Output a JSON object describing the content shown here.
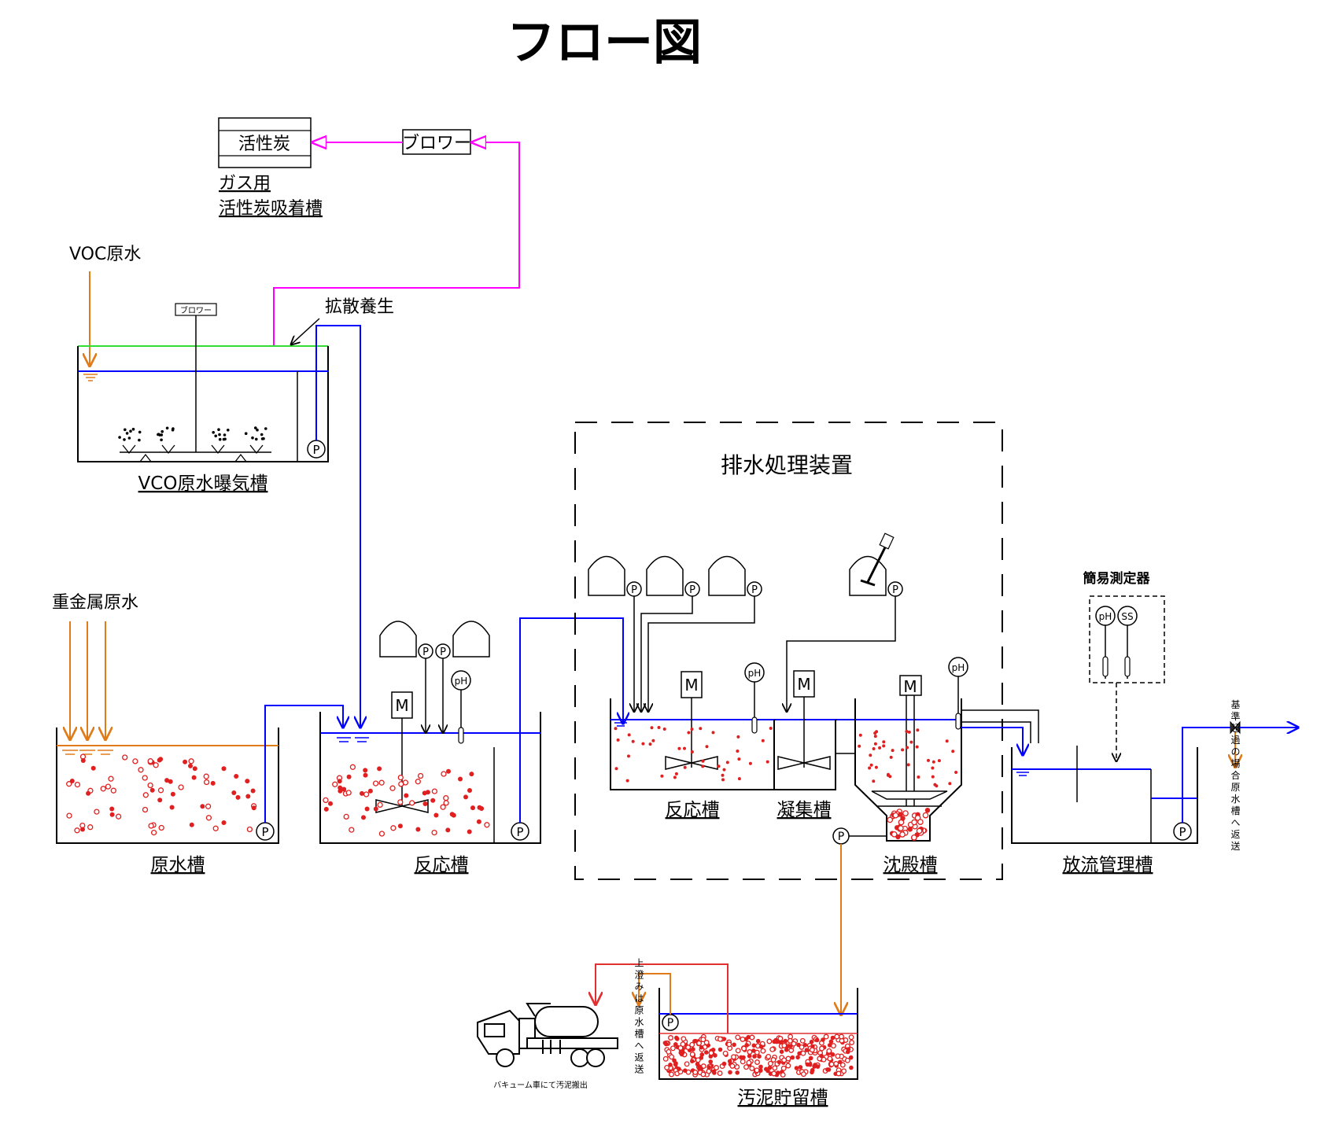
{
  "title": "フロー図",
  "gas_unit": {
    "carbon_box": "活性炭",
    "blower_box": "ブロワー",
    "label_line1": "ガス用",
    "label_line2": "活性炭吸着槽"
  },
  "voc": {
    "inflow_label": "VOC原水",
    "diffuser_note": "拡散養生",
    "small_blower": "ブロワー",
    "tank_label": "VCO原水曝気槽",
    "pump": "P"
  },
  "heavy_metal_inflow": "重金属原水",
  "tanks": {
    "raw_water": "原水槽",
    "reaction_1": "反応槽",
    "reaction_2": "反応槽",
    "coagulation": "凝集槽",
    "settling": "沈殿槽",
    "discharge": "放流管理槽",
    "sludge": "汚泥貯留槽"
  },
  "treatment_unit_label": "排水処理装置",
  "simple_meter": {
    "label": "簡易測定器",
    "ph": "pH",
    "ss": "SS"
  },
  "symbols": {
    "motor": "M",
    "pump": "P",
    "ph": "pH"
  },
  "notes": {
    "overflow_return": "基準超過の場合原水槽へ返送",
    "supernatant_return": "上澄みは原水槽へ返送",
    "vacuum_truck": "バキューム車にて汚泥搬出"
  },
  "colors": {
    "water_line": "#0000ff",
    "gas_line": "#ff00ff",
    "raw_water_flow": "#e07b1a",
    "sludge_return": "#e03030",
    "particles": "#e02020",
    "aeration_top": "#33dd33"
  }
}
